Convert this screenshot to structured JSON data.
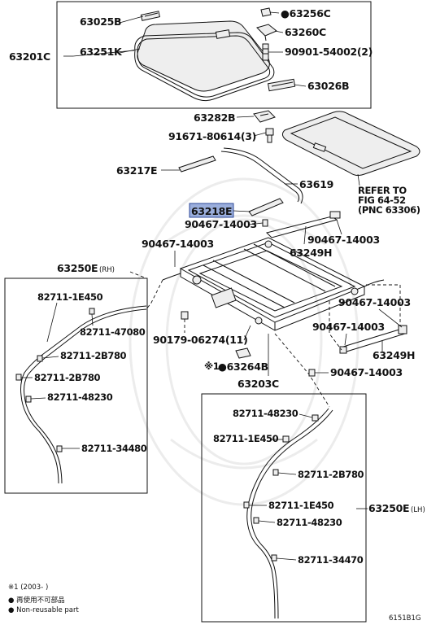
{
  "labels": {
    "p63025B": "63025B",
    "p63256C": "●63256C",
    "p63260C": "63260C",
    "p63201C": "63201C",
    "p63251K": "63251K",
    "p90901": "90901-54002(2)",
    "p63026B": "63026B",
    "p63282B": "63282B",
    "p91671": "91671-80614(3)",
    "p63217E": "63217E",
    "p63619": "63619",
    "p63218E": "63218E",
    "p90467_a": "90467-14003",
    "p90467_b": "90467-14003",
    "p90467_c": "90467-14003",
    "p63249H_a": "63249H",
    "p63250E_rh": "63250E",
    "rh_tag": "(RH)",
    "p90467_d": "90467-14003",
    "p90467_e": "90467-14003",
    "p63249H_b": "63249H",
    "p90467_f": "90467-14003",
    "p90179": "90179-06274(11)",
    "p63264B_mark": "※1",
    "p63264B": "●63264B",
    "p63203C": "63203C",
    "rh_1e450": "82711-1E450",
    "rh_47080": "82711-47080",
    "rh_2b780_a": "82711-2B780",
    "rh_2b780_b": "82711-2B780",
    "rh_48230": "82711-48230",
    "rh_34480": "82711-34480",
    "lh_48230_a": "82711-48230",
    "lh_1e450_a": "82711-1E450",
    "lh_2b780": "82711-2B780",
    "lh_1e450_b": "82711-1E450",
    "lh_48230_b": "82711-48230",
    "lh_34470": "82711-34470",
    "p63250E_lh": "63250E",
    "lh_tag": "(LH)"
  },
  "refer": {
    "line1": "REFER TO",
    "line2": "FIG 64-52",
    "line3": "(PNC 63306)"
  },
  "legend": {
    "note1": "※1 (2003-     )",
    "note2": "● 再使用不可部品",
    "note3": "● Non-reusable part"
  },
  "figure_id": "6151B1G",
  "colors": {
    "highlight_fill": "#9aaedc",
    "highlight_stroke": "#2f4a9a",
    "line": "#111111"
  }
}
